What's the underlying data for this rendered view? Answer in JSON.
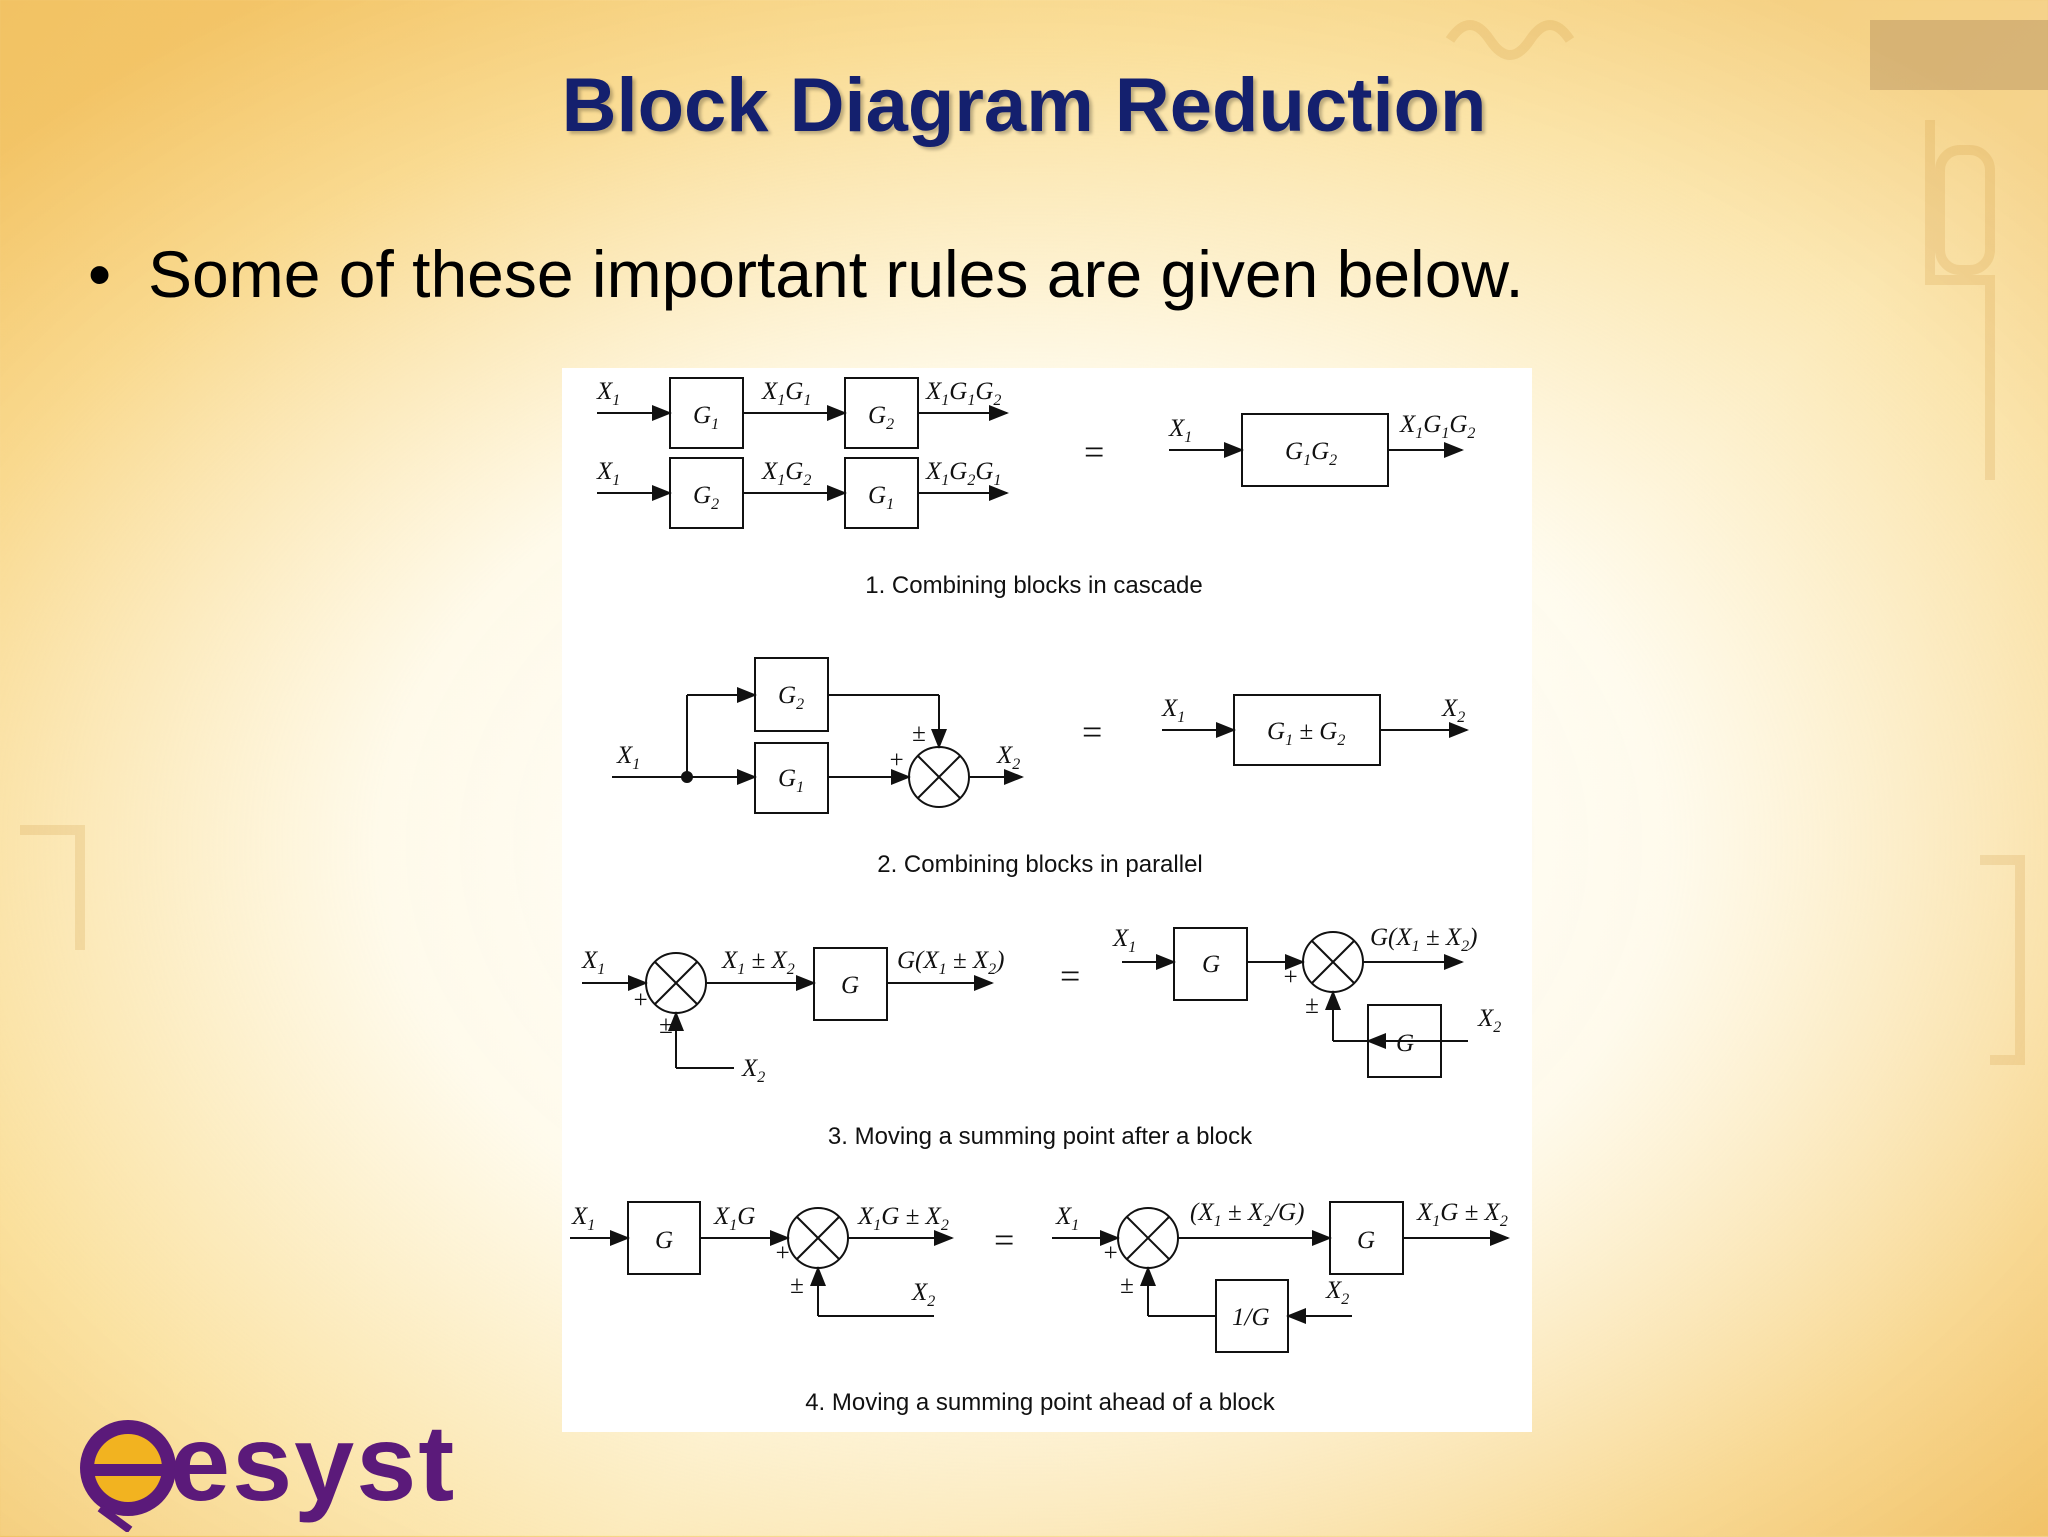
{
  "slide": {
    "title": "Block Diagram Reduction",
    "bullet": "Some of these important rules are given below."
  },
  "rules": [
    {
      "caption": "1. Combining blocks in cascade"
    },
    {
      "caption": "2. Combining blocks in parallel"
    },
    {
      "caption": "3. Moving a summing point after a block"
    },
    {
      "caption": "4. Moving a summing point ahead of a block"
    }
  ],
  "logo": {
    "text": "esyst"
  },
  "colors": {
    "title": "#14206e",
    "logo": "#5b1a7a",
    "background": "#f6c971"
  }
}
